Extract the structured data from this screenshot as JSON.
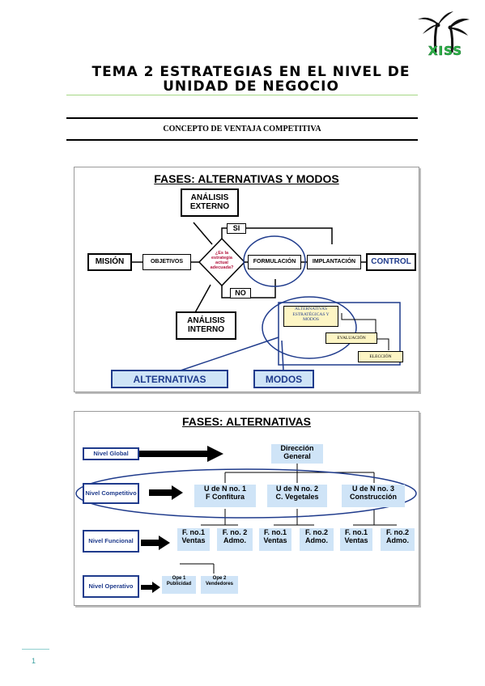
{
  "header": {
    "title_line1": "TEMA 2 ESTRATEGIAS EN EL NIVEL DE",
    "title_line2": "UNIDAD DE NEGOCIO",
    "logo_text": "XISS"
  },
  "section": {
    "heading": "CONCEPTO DE VENTAJA COMPETITIVA"
  },
  "figure1": {
    "title": "FASES: ALTERNATIVAS Y MODOS",
    "analisis_externo": "ANÁLISIS EXTERNO",
    "analisis_interno": "ANÁLISIS INTERNO",
    "mision": "MISIÓN",
    "objetivos": "OBJETIVOS",
    "decision": "¿Es la estrategia actual adecuada?",
    "si": "SI",
    "no": "NO",
    "formulacion": "FORMULACIÓN",
    "implantacion": "IMPLANTACIÓN",
    "control": "CONTROL",
    "alt_estrategicas": "ALTERNATIVAS ESTRATÉGICAS Y MODOS",
    "evaluacion": "EVALUACIÓN",
    "eleccion": "ELECCIÓN",
    "alternativas": "ALTERNATIVAS",
    "modos": "MODOS"
  },
  "figure2": {
    "title": "FASES: ALTERNATIVAS",
    "levels": {
      "global": "Nivel Global",
      "competitivo": "Nivel Competitivo",
      "funcional": "Nivel Funcional",
      "operativo": "Nivel Operativo"
    },
    "direccion": "Dirección General",
    "units": [
      {
        "l1": "U de N no. 1",
        "l2": "F Confitura"
      },
      {
        "l1": "U de N no. 2",
        "l2": "C. Vegetales"
      },
      {
        "l1": "U de N no. 3",
        "l2": "Construcción"
      }
    ],
    "functions": [
      {
        "l1": "F. no.1",
        "l2": "Ventas"
      },
      {
        "l1": "F. no. 2",
        "l2": "Admo."
      },
      {
        "l1": "F. no.1",
        "l2": "Ventas"
      },
      {
        "l1": "F. no.2",
        "l2": "Admo."
      },
      {
        "l1": "F. no.1",
        "l2": "Ventas"
      },
      {
        "l1": "F. no.2",
        "l2": "Admo."
      }
    ],
    "operations": [
      {
        "l1": "Ope 1",
        "l2": "Publicidad"
      },
      {
        "l1": "Ope 2",
        "l2": "Vendedores"
      }
    ]
  },
  "footer": {
    "page_number": "1"
  }
}
